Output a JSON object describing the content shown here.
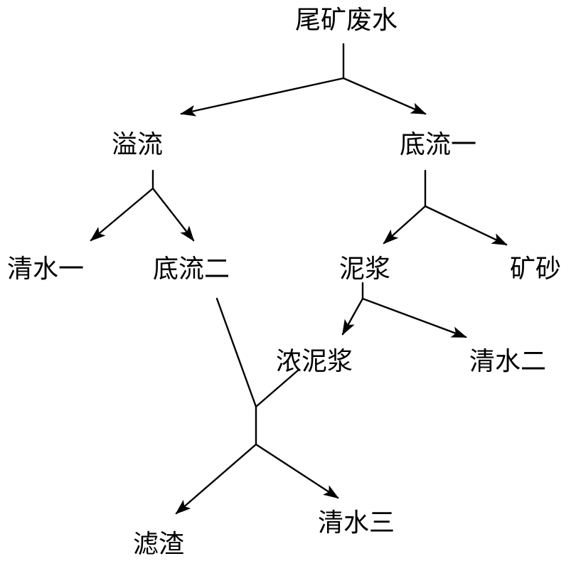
{
  "nodes": {
    "tailings_wastewater": "尾矿废水",
    "overflow": "溢流",
    "underflow_1": "底流一",
    "clear_water_1": "清水一",
    "underflow_2": "底流二",
    "slurry": "泥浆",
    "ore_sand": "矿砂",
    "thick_slurry": "浓泥浆",
    "clear_water_2": "清水二",
    "filter_residue": "滤渣",
    "clear_water_3": "清水三"
  }
}
